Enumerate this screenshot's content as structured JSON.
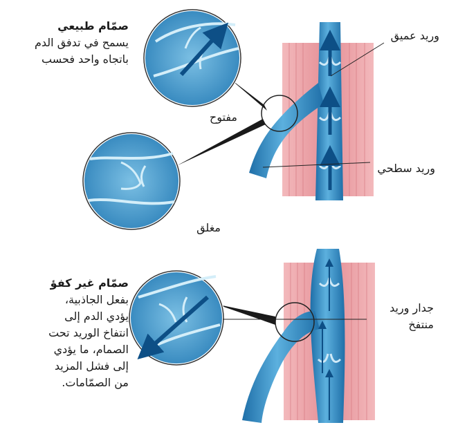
{
  "top_panel": {
    "title": "صمّام طبيعي",
    "description_lines": [
      "يسمح في تدفق الدم",
      "باتجاه واحد فحسب"
    ],
    "open_label": "مفتوح",
    "closed_label": "مغلق",
    "deep_vein_label": "وريد عميق",
    "superficial_vein_label": "وريد سطحي"
  },
  "bottom_panel": {
    "title": "صمّام غير كفؤ",
    "description_lines": [
      "بفعل الجاذبية،",
      "يؤدي الدم إلى",
      "انتفاخ الوريد تحت",
      "الصمام، ما يؤدي",
      "إلى فشل المزيد",
      "من الصمّامات."
    ],
    "bulging_wall_label_lines": [
      "جدار وريد",
      "منتفخ"
    ]
  },
  "colors": {
    "muscle": "#e89aa0",
    "vein": "#2f8fc4",
    "vein_light": "#8cc8e6",
    "arrow": "#0d4f86"
  }
}
